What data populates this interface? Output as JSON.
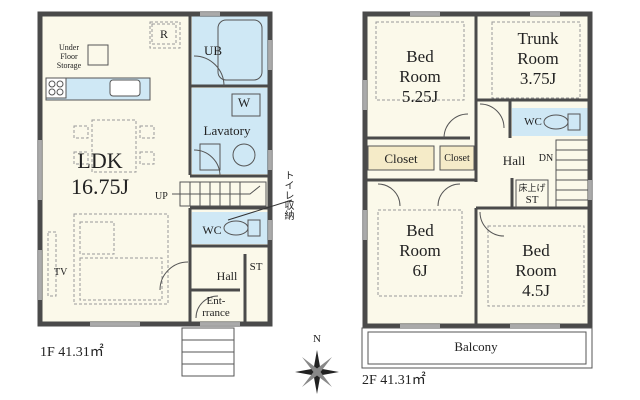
{
  "floor1": {
    "label": "1F 41.31㎡",
    "rooms": {
      "ldk": "LDK",
      "ldk_size": "16.75J",
      "ub": "UB",
      "lavatory": "Lavatory",
      "w": "W",
      "wc": "WC",
      "hall": "Hall",
      "st": "ST",
      "entrance_1": "Ent-",
      "entrance_2": "rrance",
      "up": "UP",
      "tv": "TV",
      "r": "R",
      "storage_1": "Under",
      "storage_2": "Floor",
      "storage_3": "Storage",
      "toilet_storage": "トイレ収納"
    }
  },
  "floor2": {
    "label": "2F 41.31㎡",
    "rooms": {
      "bed1_1": "Bed",
      "bed1_2": "Room",
      "bed1_3": "5.25J",
      "trunk_1": "Trunk",
      "trunk_2": "Room",
      "trunk_3": "3.75J",
      "wc": "WC",
      "closet_big": "Closet",
      "closet_small": "Closet",
      "hall": "Hall",
      "dn": "DN",
      "st_1": "床上げ",
      "st_2": "ST",
      "bed2_1": "Bed",
      "bed2_2": "Room",
      "bed2_3": "6J",
      "bed3_1": "Bed",
      "bed3_2": "Room",
      "bed3_3": "4.5J",
      "balcony": "Balcony"
    }
  },
  "compass": {
    "north": "N"
  },
  "colors": {
    "floor": "#fbf9ea",
    "wet_area": "#cfe8f5",
    "wall": "#4a4a4a"
  }
}
